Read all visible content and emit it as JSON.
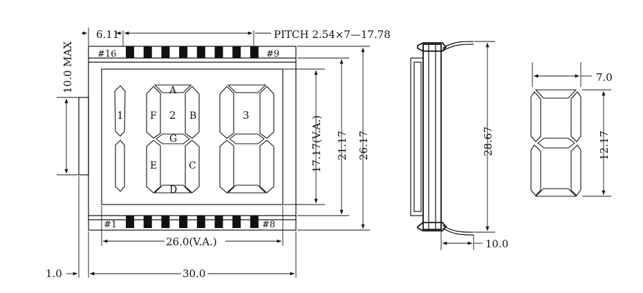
{
  "front_view": {
    "pin_labels": {
      "top_left": "#16",
      "top_right": "#9",
      "bottom_left": "#1",
      "bottom_right": "#8"
    },
    "segment_labels": [
      "A",
      "B",
      "C",
      "D",
      "E",
      "F",
      "G"
    ],
    "digit_labels": [
      "1",
      "2",
      "3"
    ],
    "dimensions": {
      "pin_offset": "6.11",
      "pitch": "PITCH 2.54×7—17.78",
      "thickness_max": "10.0 MAX",
      "viewing_area_height": "17.17(V.A.)",
      "glass_height": "21.17",
      "overall_height": "26.17",
      "viewing_area_width": "26.0(V.A.)",
      "overall_width": "30.0",
      "edge_margin": "1.0"
    }
  },
  "side_view": {
    "dimensions": {
      "overall_height": "28.67",
      "pin_depth": "10.0"
    }
  },
  "digit_detail": {
    "dimensions": {
      "width": "7.0",
      "height": "12.17"
    }
  }
}
